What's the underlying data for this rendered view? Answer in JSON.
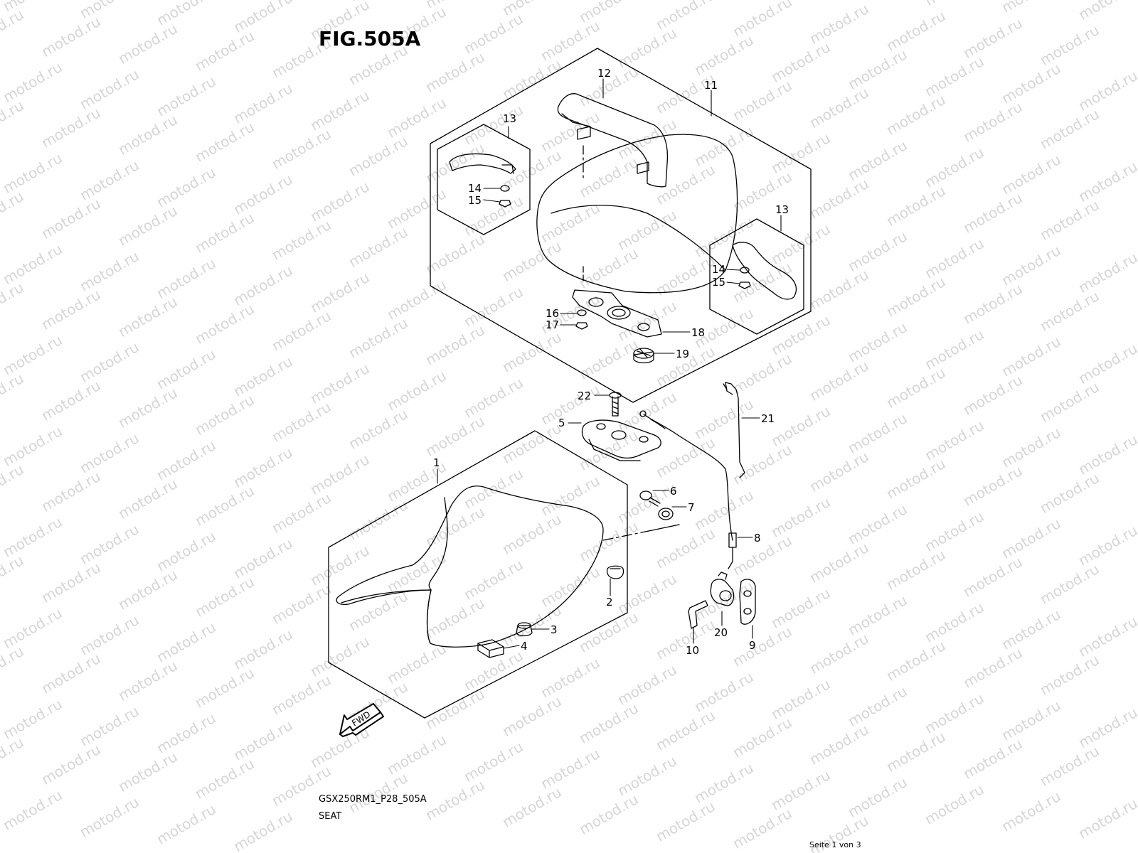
{
  "figure": {
    "title": "FIG.505A",
    "model_code": "GSX250RM1_P28_505A",
    "name": "SEAT",
    "page_indicator": "Seite 1 von 3"
  },
  "watermark": {
    "text": "motod.ru"
  },
  "fwd_label": "FWD",
  "parts": {
    "p1": "1",
    "p2": "2",
    "p3": "3",
    "p4": "4",
    "p5": "5",
    "p6": "6",
    "p7": "7",
    "p8": "8",
    "p9": "9",
    "p10": "10",
    "p11": "11",
    "p12": "12",
    "p13a": "13",
    "p13b": "13",
    "p14a": "14",
    "p14b": "14",
    "p15a": "15",
    "p15b": "15",
    "p16": "16",
    "p17": "17",
    "p18": "18",
    "p19": "19",
    "p20": "20",
    "p21": "21",
    "p22": "22"
  }
}
